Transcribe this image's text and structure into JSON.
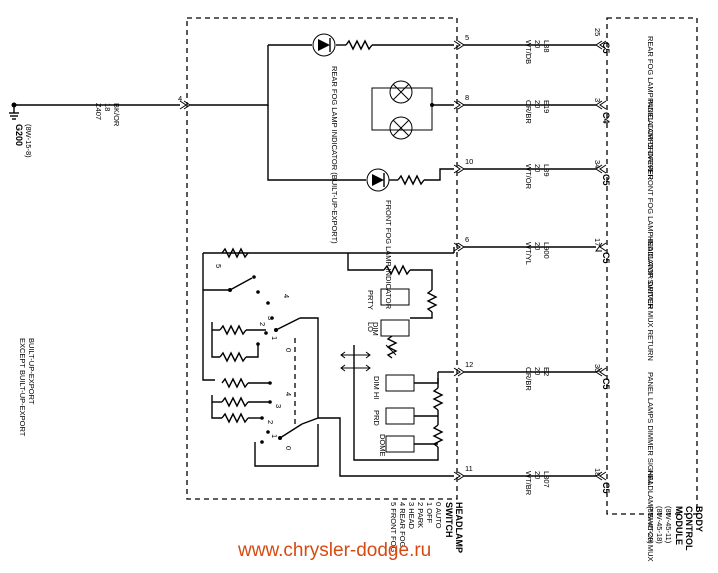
{
  "ground": {
    "name": "G200",
    "ref": "(8W-15-8)"
  },
  "ground_wire": {
    "circuit": "Z407",
    "gauge": "18",
    "color": "BK/OR"
  },
  "legend": {
    "mark1": "EXCEPT BUILT-UP-EXPORT",
    "mark2": "BUILT-UP-EXPORT"
  },
  "module": {
    "title1": "BODY",
    "title2": "CONTROL",
    "title3": "MODULE",
    "refs": [
      "(8W-45-11)",
      "(8W-45-18)",
      "(8W-45-20)"
    ]
  },
  "switch": {
    "title1": "HEADLAMP",
    "title2": "SWITCH",
    "positions": [
      "0 AUTO",
      "1 OFF",
      "2 PARK",
      "3 HEAD",
      "4 REAR FOG",
      "5 FRONT FOG"
    ],
    "pos_nums": [
      "5",
      "4",
      "3",
      "2",
      "1",
      "0",
      "4",
      "3",
      "2",
      "1",
      "0"
    ]
  },
  "sw_pins": [
    "5",
    "8",
    "10",
    "6",
    "12",
    "11",
    "4"
  ],
  "lamps": {
    "rear": "REAR FOG LAMP INDICATOR (BUILT-UP-EXPORT)",
    "front": "FRONT FOG LAMP INDICATOR"
  },
  "resistor_labels": [
    "PRTY",
    "LO",
    "DIM",
    "DIM HI",
    "PRD",
    "DOME"
  ],
  "wires": [
    {
      "circuit": "L38",
      "gauge": "20",
      "color": "WT/DB",
      "pin": "25",
      "conn": "C5",
      "func": "REAR FOG LAMP INDICATOR DRIVER"
    },
    {
      "circuit": "E19",
      "gauge": "20",
      "color": "OR/BR",
      "pin": "3",
      "conn": "C4",
      "func": "PANEL LAMPS DRIVER"
    },
    {
      "circuit": "L39",
      "gauge": "20",
      "color": "WT/OR",
      "pin": "34",
      "conn": "C5",
      "func": "FRONT FOG LAMP INDICATOR DRIVER"
    },
    {
      "circuit": "L900",
      "gauge": "20",
      "color": "WT/YL",
      "pin": "17",
      "conn": "C5",
      "func": "HEADLAMP SWITCH MUX RETURN"
    },
    {
      "circuit": "E2",
      "gauge": "20",
      "color": "OR/BR",
      "pin": "30",
      "conn": "C5",
      "func": "PANEL LAMPS DIMMER SIGNAL"
    },
    {
      "circuit": "L307",
      "gauge": "20",
      "color": "WT/BR",
      "pin": "18",
      "conn": "C5",
      "func": "HEADLAMP SWITCH MUX"
    }
  ],
  "watermark": "www.chrysler-dodge.ru"
}
